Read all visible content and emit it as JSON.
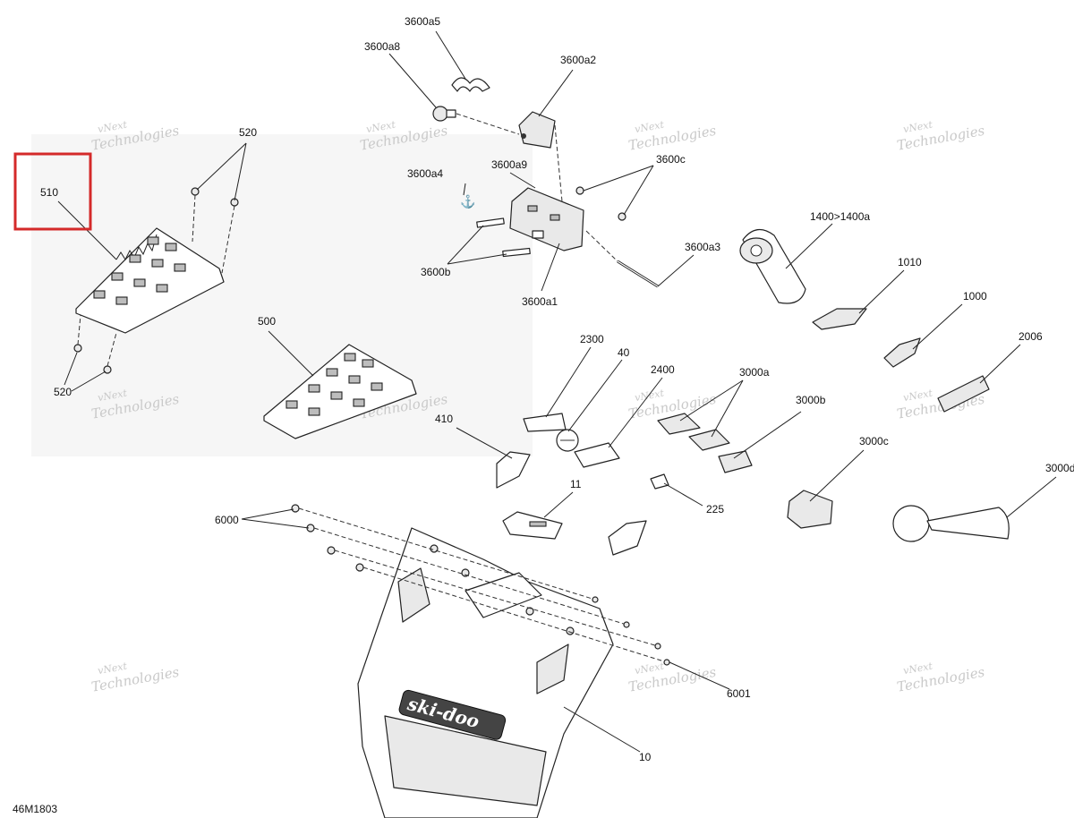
{
  "diagram_code": "46M1803",
  "watermark": {
    "line1": "vNext",
    "line2": "Technologies"
  },
  "highlight_color": "#d42a2a",
  "callouts": {
    "c3600a5": "3600a5",
    "c3600a8": "3600a8",
    "c3600a2": "3600a2",
    "c3600a4": "3600a4",
    "c3600a9": "3600a9",
    "c3600c": "3600c",
    "c3600b": "3600b",
    "c3600a1": "3600a1",
    "c3600a3": "3600a3",
    "c1400": "1400>1400a",
    "c1010": "1010",
    "c1000": "1000",
    "c2006": "2006",
    "c520top": "520",
    "c510": "510",
    "c520bot": "520",
    "c500": "500",
    "c2300": "2300",
    "c40": "40",
    "c2400": "2400",
    "c3000a": "3000a",
    "c3000b": "3000b",
    "c410": "410",
    "c3000c": "3000c",
    "c3000d": "3000d",
    "c11": "11",
    "c225": "225",
    "c6000": "6000",
    "c6001": "6001",
    "c10": "10"
  }
}
